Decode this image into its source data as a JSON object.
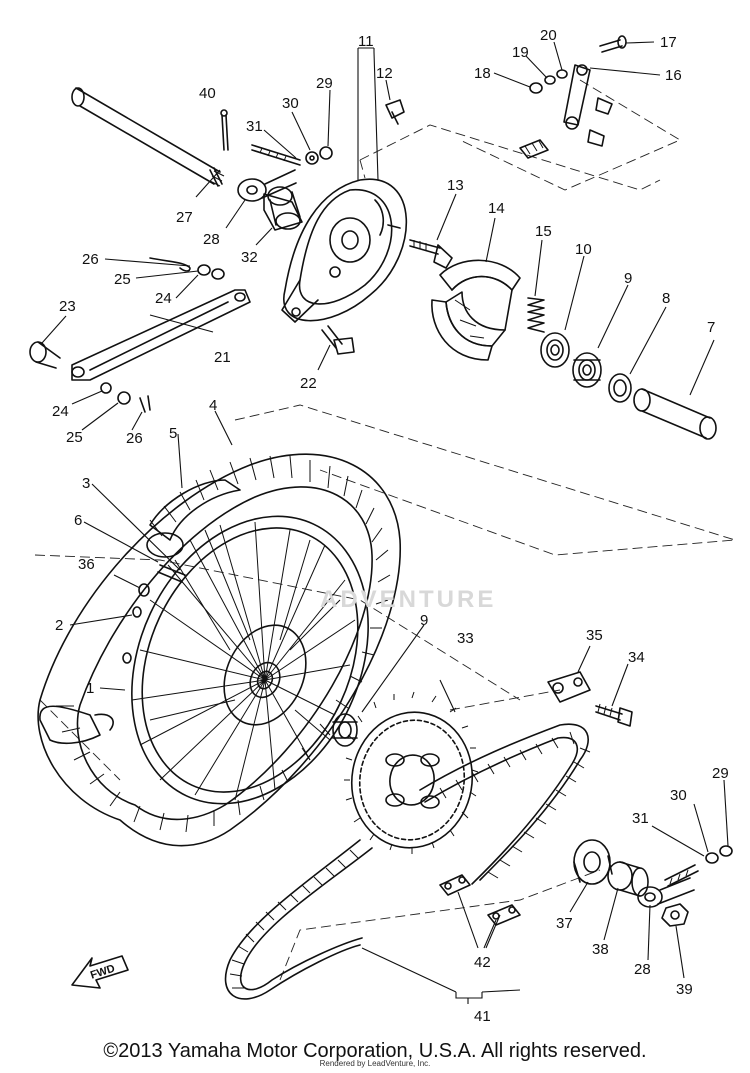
{
  "diagram": {
    "watermark": "ADVENTURE",
    "fwd_label": "FWD",
    "part_numbers": [
      "1",
      "2",
      "3",
      "4",
      "5",
      "6",
      "7",
      "8",
      "9",
      "9",
      "10",
      "11",
      "12",
      "13",
      "14",
      "15",
      "16",
      "17",
      "18",
      "19",
      "20",
      "21",
      "22",
      "23",
      "24",
      "24",
      "25",
      "25",
      "26",
      "26",
      "27",
      "28",
      "28",
      "29",
      "29",
      "30",
      "30",
      "31",
      "31",
      "32",
      "33",
      "34",
      "35",
      "36",
      "37",
      "38",
      "39",
      "40",
      "41",
      "42"
    ]
  },
  "footer": {
    "copyright": "©2013 Yamaha Motor Corporation, U.S.A. All rights reserved.",
    "rendered_by": "Rendered by LeadVenture, Inc."
  }
}
